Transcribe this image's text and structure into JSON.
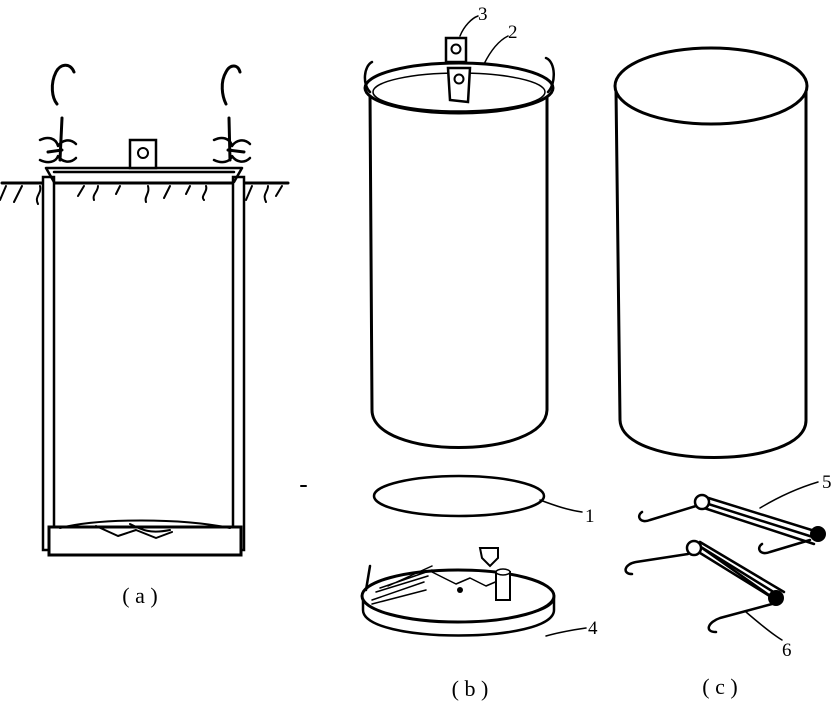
{
  "captions": {
    "a": "( a )",
    "b": "( b )",
    "c": "( c )"
  },
  "labels": {
    "l1": "1",
    "l2": "2",
    "l3": "3",
    "l4": "4",
    "l5": "5",
    "l6": "6"
  }
}
